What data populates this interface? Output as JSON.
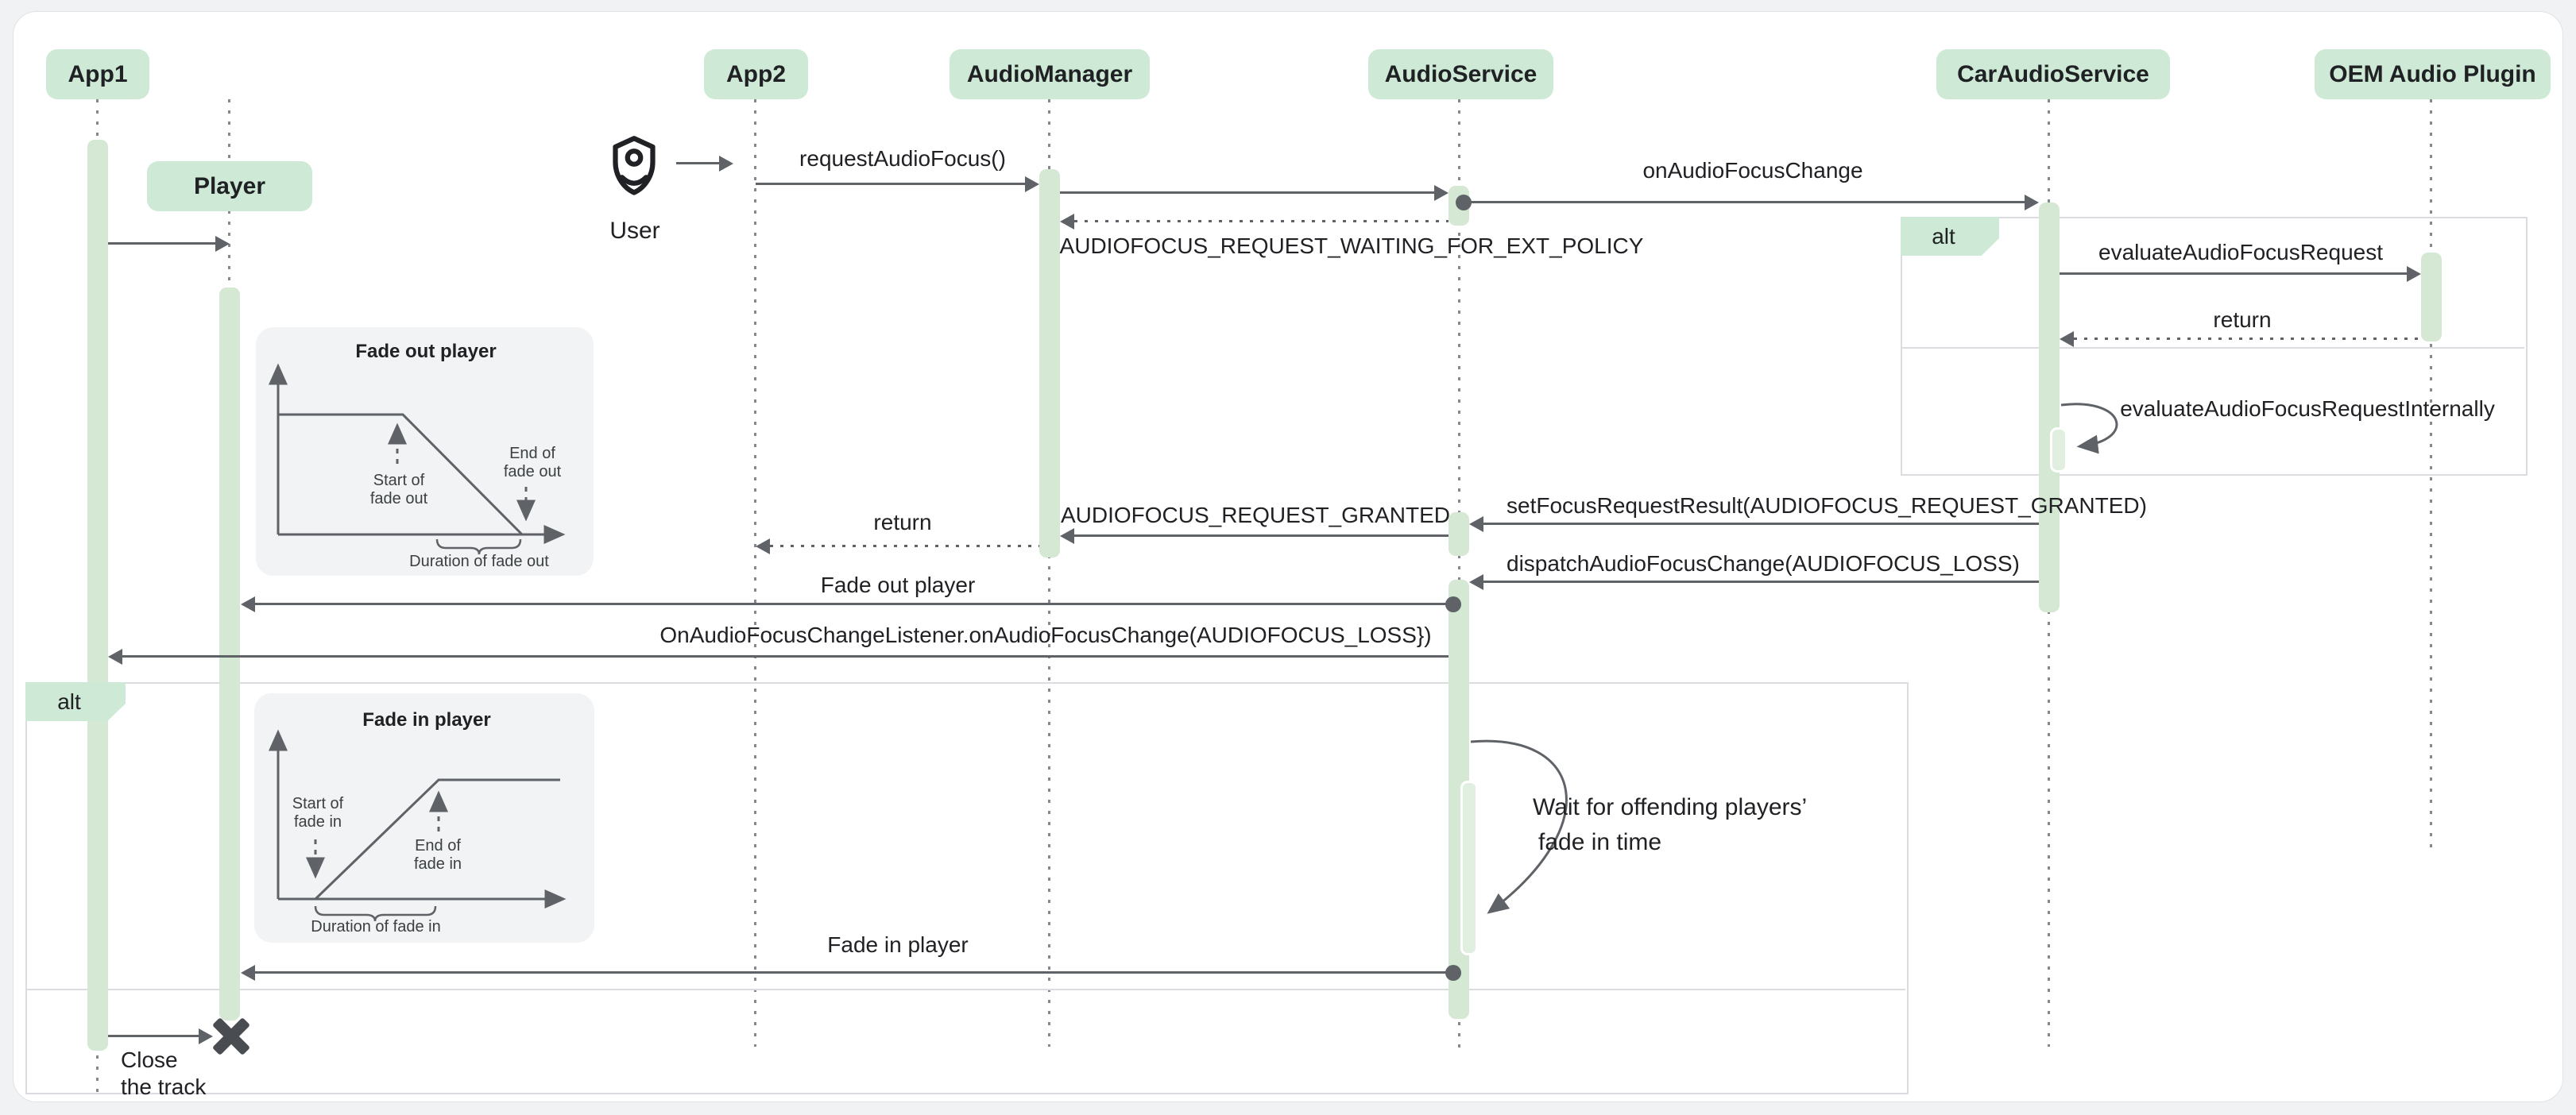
{
  "colors": {
    "actor_green": "#ceead6",
    "activation_green": "#d4e8d3",
    "arrow_gray": "#5f6368",
    "frame_gray": "#dadce0",
    "text_dark": "#202124",
    "inset_bg": "#f1f3f4",
    "page_bg": "#f0f2f3"
  },
  "actors": {
    "app1": "App1",
    "player": "Player",
    "app2": "App2",
    "audio_manager": "AudioManager",
    "audio_service": "AudioService",
    "car_audio_service": "CarAudioService",
    "oem_plugin": "OEM Audio Plugin"
  },
  "user": {
    "label": "User",
    "icon": "shield-person-icon"
  },
  "fragments": {
    "alt1_label": "alt",
    "alt2_label": "alt"
  },
  "messages": {
    "request_audio_focus": "requestAudioFocus()",
    "on_audio_focus_change": "onAudioFocusChange",
    "waiting_ext_policy": "AUDIOFOCUS_REQUEST_WAITING_FOR_EXT_POLICY",
    "evaluate_request": "evaluateAudioFocusRequest",
    "return_oem": "return",
    "evaluate_internally": "evaluateAudioFocusRequestInternally",
    "set_focus_result": "setFocusRequestResult(AUDIOFOCUS_REQUEST_GRANTED)",
    "request_granted": "AUDIOFOCUS_REQUEST_GRANTED",
    "return_app2": "return",
    "dispatch_loss": "dispatchAudioFocusChange(AUDIOFOCUS_LOSS)",
    "fade_out_player": "Fade out player",
    "focus_change_listener": "OnAudioFocusChangeListener.onAudioFocusChange(AUDIOFOCUS_LOSS})",
    "fade_in_player": "Fade in player",
    "wait_note_line1": "Wait for offending players’",
    "wait_note_line2": "fade in time",
    "close_line1": "Close",
    "close_line2": "the track"
  },
  "insets": {
    "fade_out": {
      "title": "Fade out player",
      "start_line1": "Start of",
      "start_line2": "fade out",
      "end_line1": "End of",
      "end_line2": "fade out",
      "duration": "Duration of fade out"
    },
    "fade_in": {
      "title": "Fade in player",
      "start_line1": "Start of",
      "start_line2": "fade in",
      "end_line1": "End of",
      "end_line2": "fade in",
      "duration": "Duration of fade in"
    }
  }
}
